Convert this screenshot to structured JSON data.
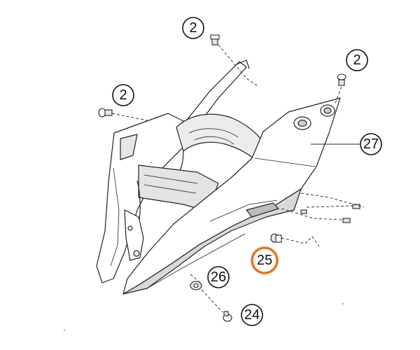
{
  "diagram": {
    "callouts": [
      {
        "id": "c2-top",
        "label": "2"
      },
      {
        "id": "c2-left",
        "label": "2"
      },
      {
        "id": "c2-right",
        "label": "2"
      },
      {
        "id": "c27",
        "label": "27"
      },
      {
        "id": "c25",
        "label": "25",
        "highlighted": true
      },
      {
        "id": "c26",
        "label": "26"
      },
      {
        "id": "c24",
        "label": "24"
      }
    ],
    "colors": {
      "line": "#222222",
      "highlight_ring": "#e8731c",
      "shade": "#d9d9d9",
      "light_shade": "#eeeeee"
    }
  }
}
